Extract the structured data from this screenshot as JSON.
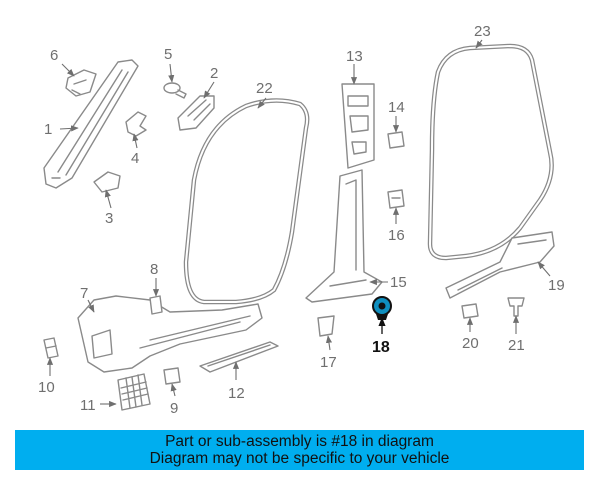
{
  "diagram": {
    "highlight_color": "#0f8fbf",
    "callouts": {
      "c1": "1",
      "c2": "2",
      "c3": "3",
      "c4": "4",
      "c5": "5",
      "c6": "6",
      "c7": "7",
      "c8": "8",
      "c9": "9",
      "c10": "10",
      "c11": "11",
      "c12": "12",
      "c13": "13",
      "c14": "14",
      "c15": "15",
      "c16": "16",
      "c17": "17",
      "c18": "18",
      "c19": "19",
      "c20": "20",
      "c21": "21",
      "c22": "22",
      "c23": "23"
    },
    "highlighted_part": "18"
  },
  "banner": {
    "line1": "Part or sub-assembly is #18 in diagram",
    "line2": "Diagram may not be specific to your vehicle",
    "background": "#00aeef"
  }
}
